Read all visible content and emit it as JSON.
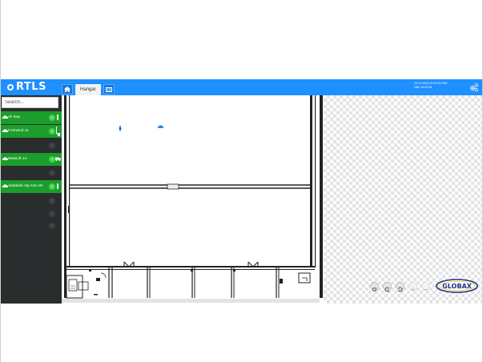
{
  "app": {
    "title": "RTLS"
  },
  "header": {
    "tabs": [
      {
        "type": "icon",
        "icon": "home-icon"
      },
      {
        "type": "label",
        "label": "Hangar"
      },
      {
        "type": "icon",
        "icon": "map-icon"
      }
    ],
    "time_lines": [
      "22.12.2016 20:03:34 GMT",
      "Ülke 19:03:34"
    ]
  },
  "sidebar": {
    "search_placeholder": "Search...",
    "items": [
      {
        "name": "Ali Baş",
        "badge": "0",
        "active": true
      },
      {
        "name": "Forkwind 11",
        "badge": "0",
        "active": true
      },
      {
        "name": "",
        "badge": "0",
        "active": false
      },
      {
        "name": "MaxiLift 1A",
        "badge": "0",
        "active": true
      },
      {
        "name": "",
        "badge": "0",
        "active": false
      },
      {
        "name": "Abdullah Alp ASLAN",
        "badge": "0",
        "active": true
      },
      {
        "name": "",
        "badge": "0",
        "active": false
      },
      {
        "name": "",
        "badge": "0",
        "active": false
      },
      {
        "name": "",
        "badge": "0",
        "active": false
      }
    ]
  },
  "map": {
    "controls": [
      "zoom-fit",
      "rotate-left",
      "rotate-right",
      "zoom-in",
      "zoom-out"
    ],
    "brand": "GLOBAX"
  },
  "colors": {
    "topbar": "#1e90ff",
    "sidebar": "#2a2d2e",
    "active_row": "#1b9e2b",
    "badge": "#43d04f"
  }
}
